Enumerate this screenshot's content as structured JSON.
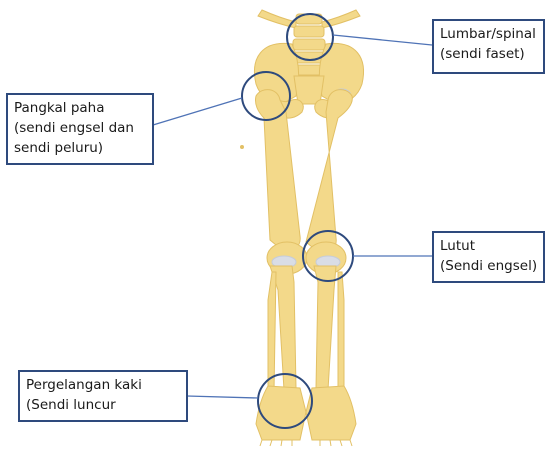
{
  "colors": {
    "bone": "#f3d98a",
    "bone_outline": "#e2c065",
    "bone_shadow": "#e9c96a",
    "cartilage": "#d9dde6",
    "callout": "#2e4a7d",
    "leader_line": "#4f73b6"
  },
  "labels": {
    "lumbar": {
      "line1": "Lumbar/spinal",
      "line2": "(sendi faset)"
    },
    "hip": {
      "line1": "Pangkal paha",
      "line2": "(sendi engsel dan",
      "line3": "sendi peluru)"
    },
    "knee": {
      "line1": "Lutut",
      "line2": "(Sendi engsel)"
    },
    "ankle": {
      "line1": "Pergelangan kaki",
      "line2": "(Sendi luncur"
    }
  }
}
